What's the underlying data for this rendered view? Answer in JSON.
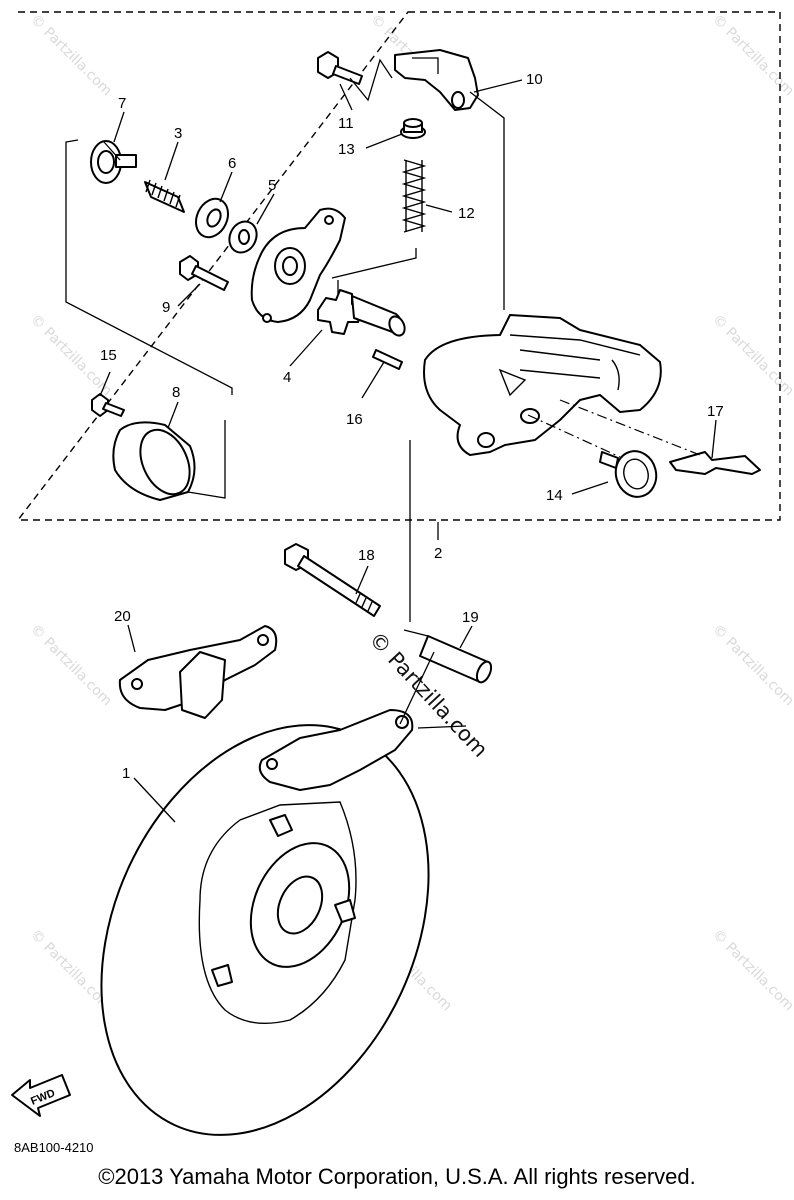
{
  "diagram_code": "8AB100-4210",
  "copyright": "©2013 Yamaha Motor Corporation, U.S.A. All rights reserved.",
  "center_watermark": "© Partzilla.com",
  "corner_watermark": "© Partzilla.com",
  "fwd_label": "FWD",
  "callouts": {
    "n1": "1",
    "n2": "2",
    "n3": "3",
    "n4": "4",
    "n5": "5",
    "n6": "6",
    "n7": "7",
    "n8": "8",
    "n9": "9",
    "n10": "10",
    "n11": "11",
    "n12": "12",
    "n13": "13",
    "n14": "14",
    "n15": "15",
    "n16": "16",
    "n17": "17",
    "n18": "18",
    "n19": "19",
    "n20": "20"
  }
}
